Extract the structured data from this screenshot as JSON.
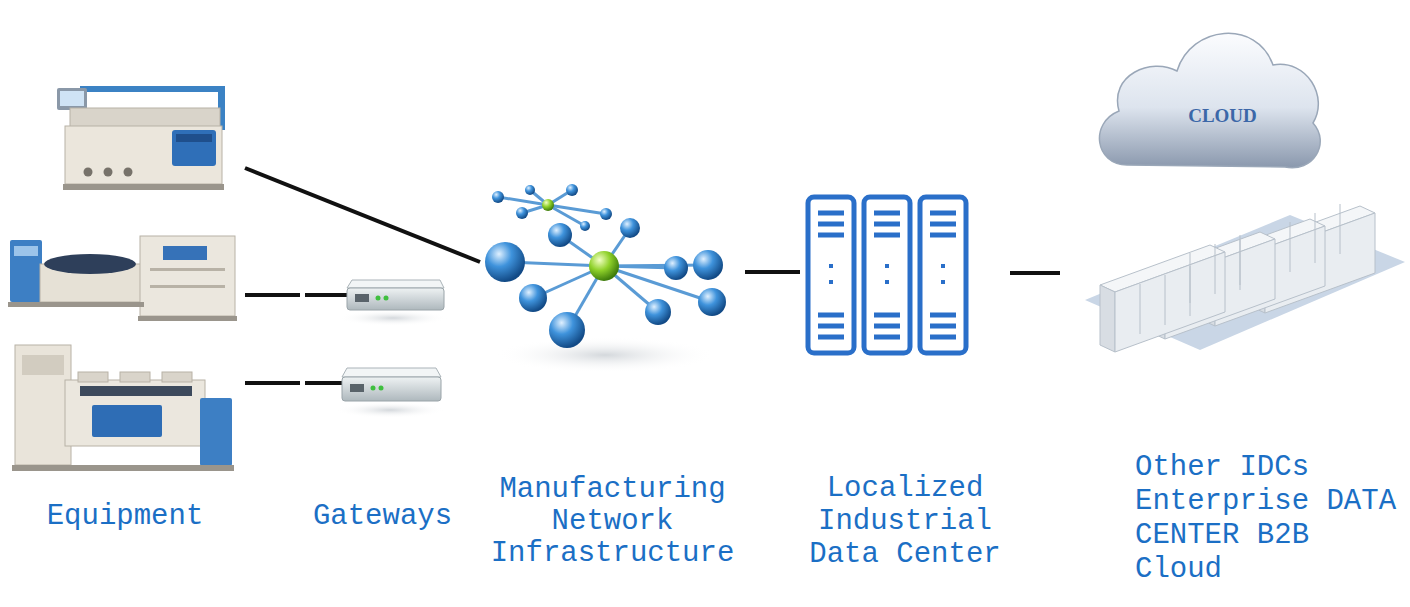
{
  "diagram": {
    "nodes": [
      {
        "text": [
          "Equipment"
        ]
      },
      {
        "text": [
          "Gateways"
        ]
      },
      {
        "text": [
          "Manufacturing Network Infrastructure"
        ]
      },
      {
        "text": [
          "Localized Industrial Data Center"
        ]
      },
      {
        "text": [
          "Other IDCs Enterprise DATA CENTER B2B Cloud"
        ]
      },
      {
        "text": [
          "CLOUD"
        ],
        "in": 4
      }
    ],
    "edges": [
      {
        "from": 0,
        "to": 2,
        "arrow": "none"
      },
      {
        "from": 0,
        "to": 1,
        "arrow": "none"
      },
      {
        "from": 0,
        "to": 1,
        "arrow": "none"
      },
      {
        "from": 2,
        "to": 3,
        "arrow": "none"
      },
      {
        "from": 3,
        "to": 4,
        "arrow": "none"
      }
    ]
  }
}
